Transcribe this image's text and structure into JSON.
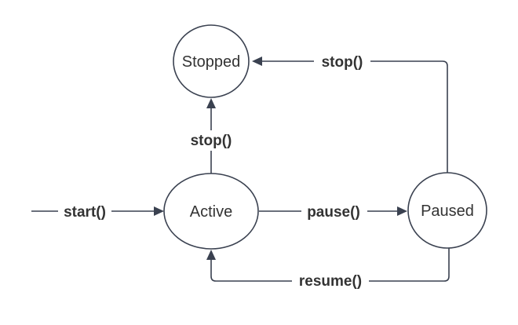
{
  "diagram": {
    "type": "state-machine",
    "states": {
      "stopped": "Stopped",
      "active": "Active",
      "paused": "Paused"
    },
    "transitions": {
      "start": "start()",
      "active_to_stopped": "stop()",
      "pause": "pause()",
      "paused_to_stopped": "stop()",
      "resume": "resume()"
    },
    "colors": {
      "line": "#3a4150",
      "text": "#333333",
      "background": "#ffffff"
    }
  }
}
